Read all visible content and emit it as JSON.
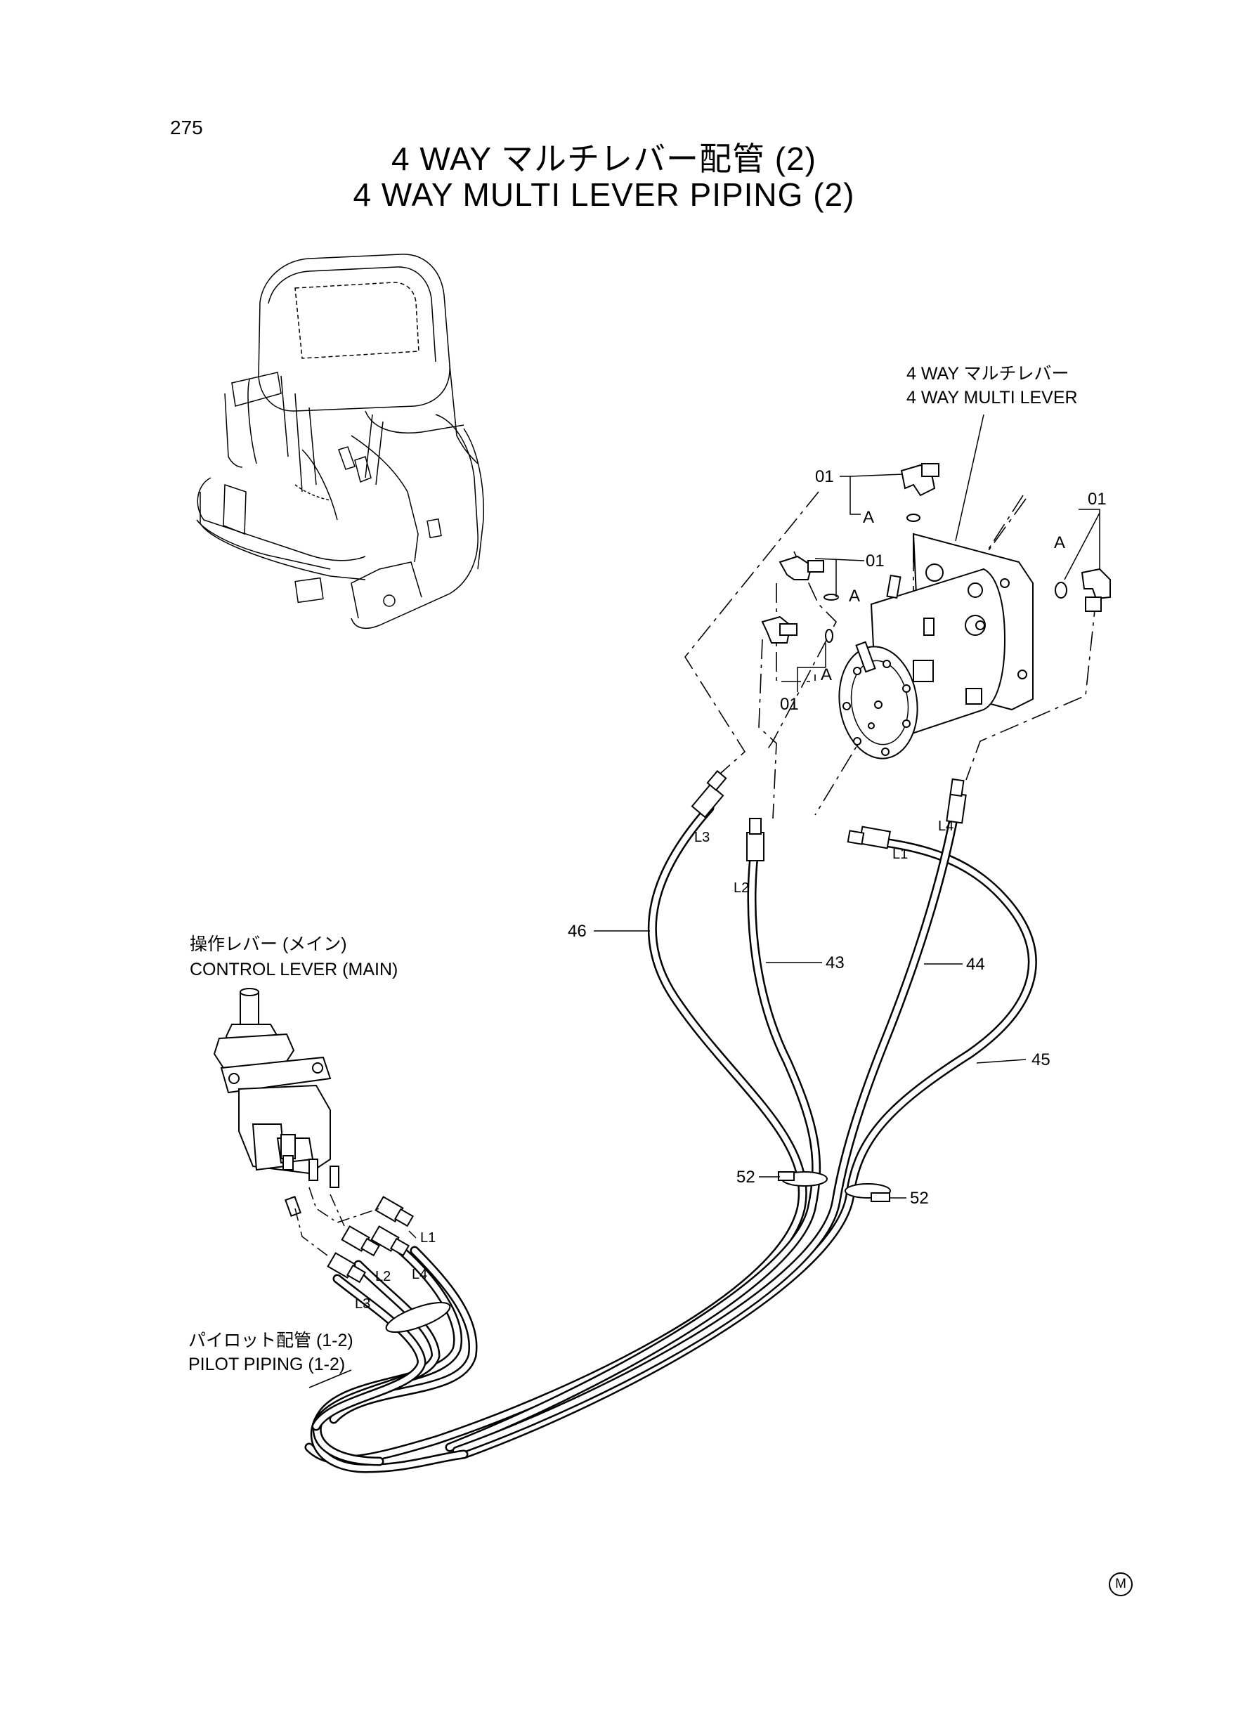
{
  "page_number": "275",
  "title": {
    "japanese": "4 WAY マルチレバー配管 (2)",
    "english": "4 WAY MULTI LEVER PIPING (2)"
  },
  "labels": {
    "multi_lever_jp": "4 WAY マルチレバー",
    "multi_lever_en": "4 WAY MULTI LEVER",
    "control_lever_jp": "操作レバー (メイン)",
    "control_lever_en": "CONTROL LEVER (MAIN)",
    "pilot_piping_jp": "パイロット配管 (1-2)",
    "pilot_piping_en": "PILOT PIPING (1-2)"
  },
  "part_numbers": {
    "fitting_top": "01",
    "fitting_right": "01",
    "fitting_left_upper": "01",
    "fitting_left_lower": "01",
    "hose_46": "46",
    "hose_43": "43",
    "hose_44": "44",
    "hose_45": "45",
    "clamp_left": "52",
    "clamp_right": "52"
  },
  "oring_labels": {
    "top": "A",
    "right": "A",
    "left_upper": "A",
    "left_lower": "A"
  },
  "connection_labels": {
    "hose_l3": "L3",
    "hose_l2": "L2",
    "hose_l1": "L1",
    "hose_l4": "L4",
    "port_l1": "L1",
    "port_l4": "L4",
    "port_l2": "L2",
    "port_l3": "L3"
  },
  "logo": "M",
  "colors": {
    "ink": "#000000",
    "paper": "#ffffff"
  }
}
